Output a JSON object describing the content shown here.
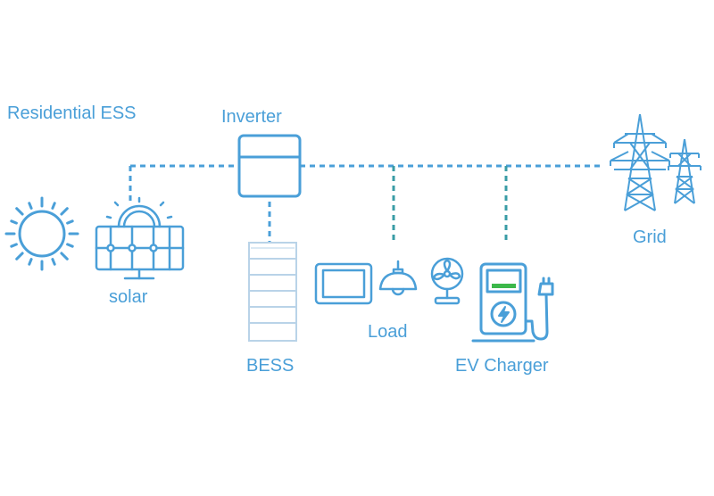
{
  "title": "Residential ESS",
  "labels": {
    "inverter": "Inverter",
    "solar": "solar",
    "bess": "BESS",
    "load": "Load",
    "ev_charger": "EV Charger",
    "grid": "Grid"
  },
  "icons": [
    "sun-icon",
    "solar-panel-icon",
    "inverter-icon",
    "battery-stack-icon",
    "monitor-icon",
    "pendant-lamp-icon",
    "fan-icon",
    "ev-charger-icon",
    "transmission-tower-icon"
  ],
  "colors": {
    "primary": "#4a9fd8",
    "connector": "#3a9ca6",
    "ev_charge_bar": "#3cb84a"
  }
}
